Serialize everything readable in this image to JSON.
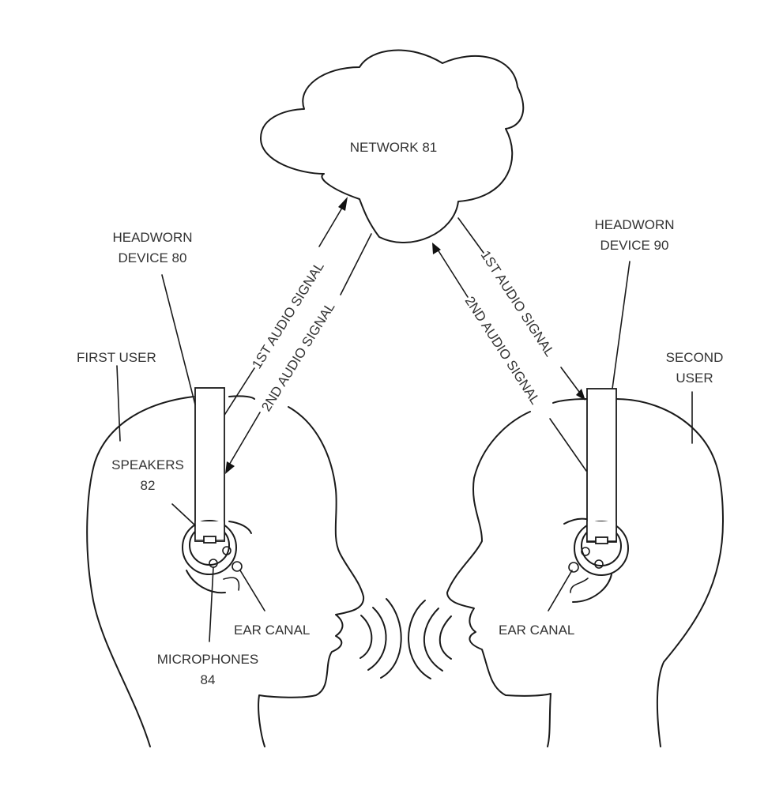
{
  "diagram": {
    "network": {
      "label": "NETWORK 81"
    },
    "first_user": {
      "label": "FIRST USER",
      "device": {
        "line1": "HEADWORN",
        "line2": "DEVICE 80"
      },
      "speakers": {
        "line1": "SPEAKERS",
        "line2": "82"
      },
      "microphones": {
        "line1": "MICROPHONES",
        "line2": "84"
      },
      "ear_canal": "EAR CANAL"
    },
    "second_user": {
      "label_line1": "SECOND",
      "label_line2": "USER",
      "device": {
        "line1": "HEADWORN",
        "line2": "DEVICE 90"
      },
      "ear_canal": "EAR CANAL"
    },
    "signals": {
      "left_first": "1ST AUDIO SIGNAL",
      "left_second": "2ND AUDIO SIGNAL",
      "right_first": "1ST AUDIO SIGNAL",
      "right_second": "2ND AUDIO SIGNAL"
    }
  }
}
